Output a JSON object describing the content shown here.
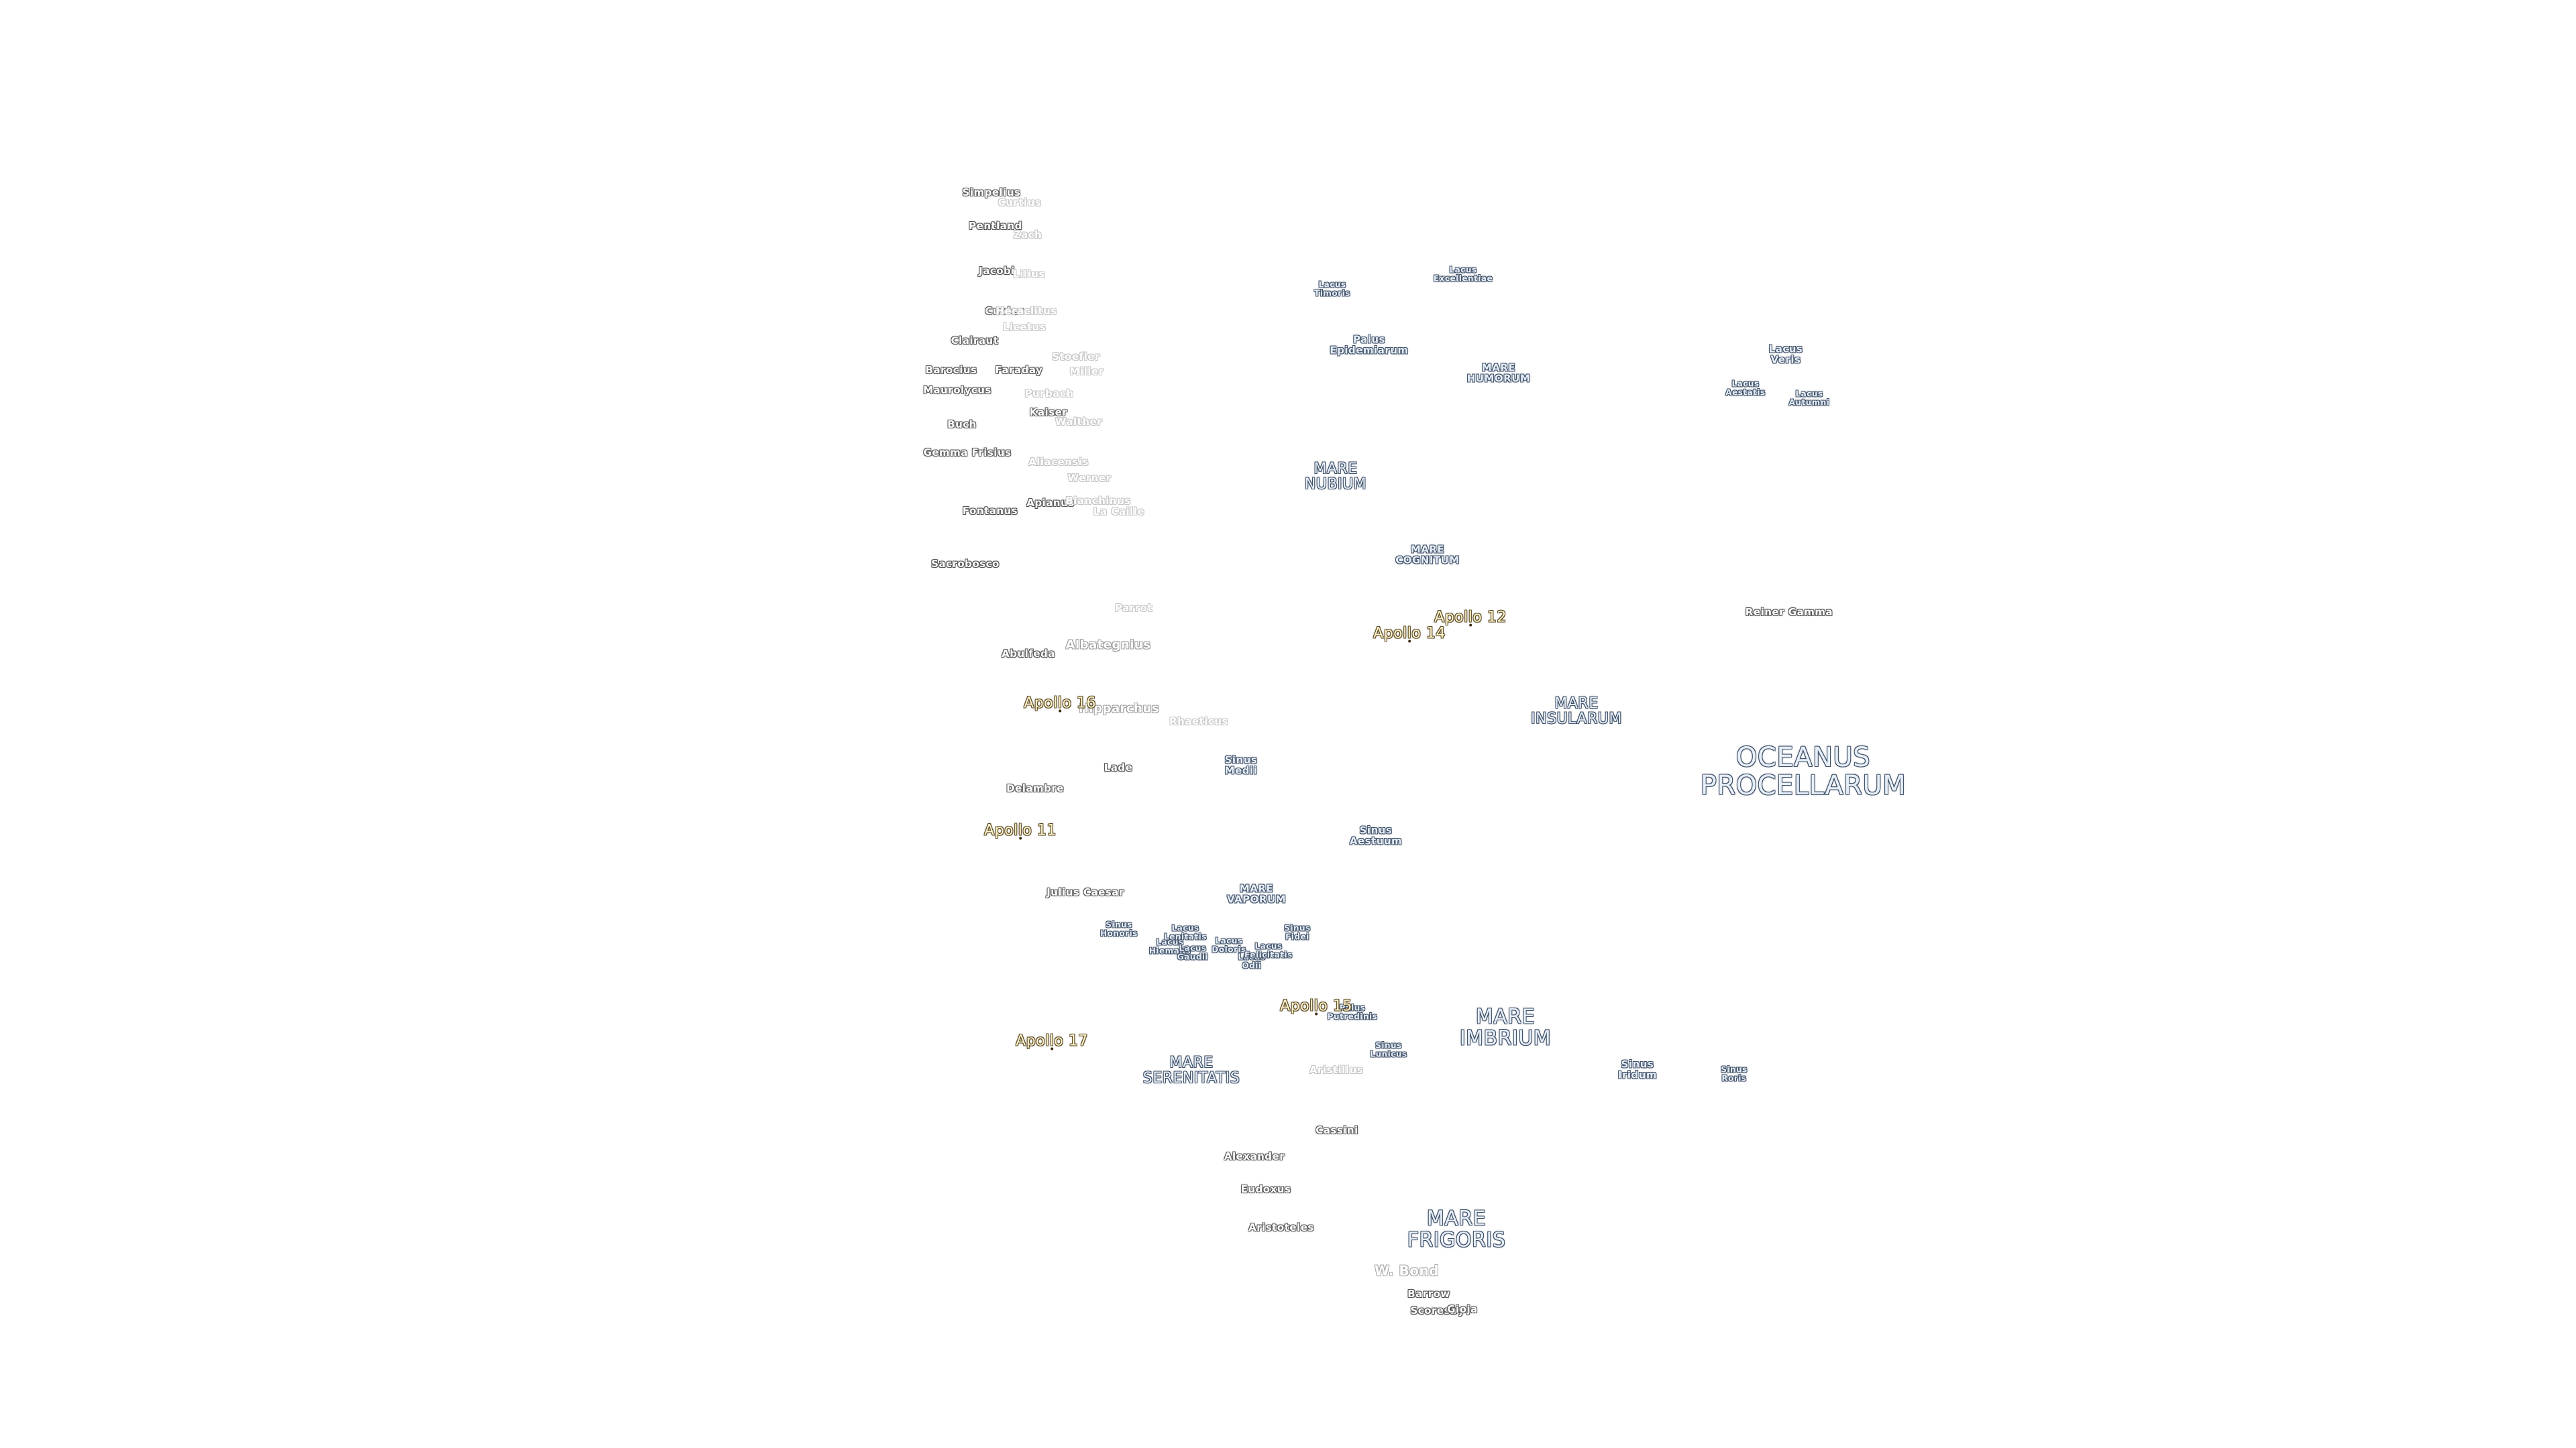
{
  "labels": [
    {
      "id": "simpelius",
      "text": "Simpelius",
      "kind": "crater"
    },
    {
      "id": "curtius",
      "text": "Curtius",
      "kind": "crater-faint"
    },
    {
      "id": "pentland",
      "text": "Pentland",
      "kind": "crater"
    },
    {
      "id": "zach",
      "text": "Zach",
      "kind": "crater-faint"
    },
    {
      "id": "jacobi",
      "text": "Jacobi",
      "kind": "crater"
    },
    {
      "id": "lilius",
      "text": "Lilius",
      "kind": "crater-faint"
    },
    {
      "id": "cuvier",
      "text": "Cuvier",
      "kind": "crater"
    },
    {
      "id": "heraclitus",
      "text": "Heraclitus",
      "kind": "crater-faint"
    },
    {
      "id": "licetus",
      "text": "Licetus",
      "kind": "crater-faint"
    },
    {
      "id": "clairaut",
      "text": "Clairaut",
      "kind": "crater"
    },
    {
      "id": "stoefler",
      "text": "Stoefler",
      "kind": "crater-faint"
    },
    {
      "id": "barocius",
      "text": "Barocius",
      "kind": "crater"
    },
    {
      "id": "faraday",
      "text": "Faraday",
      "kind": "crater"
    },
    {
      "id": "maurolycus",
      "text": "Maurolycus",
      "kind": "crater"
    },
    {
      "id": "miller",
      "text": "Miller",
      "kind": "crater-faint"
    },
    {
      "id": "buch",
      "text": "Buch",
      "kind": "crater"
    },
    {
      "id": "gemma-frisius",
      "text": "Gemma Frisius",
      "kind": "crater"
    },
    {
      "id": "parrot",
      "text": "Parrot",
      "kind": "crater-faint"
    },
    {
      "id": "albategnius",
      "text": "Albategnius",
      "kind": "crater-mid"
    },
    {
      "id": "abulfeda",
      "text": "Abulfeda",
      "kind": "crater"
    },
    {
      "id": "hipparchus",
      "text": "Hipparchus",
      "kind": "crater-mid"
    },
    {
      "id": "rhaeticus",
      "text": "Rhaeticus",
      "kind": "crater-faint"
    },
    {
      "id": "lade",
      "text": "Lade",
      "kind": "crater"
    },
    {
      "id": "delambre",
      "text": "Delambre",
      "kind": "crater"
    },
    {
      "id": "julius-caesar",
      "text": "Julius Caesar",
      "kind": "crater"
    },
    {
      "id": "aliacensis",
      "text": "Aliacensis",
      "kind": "crater-faint"
    },
    {
      "id": "werner",
      "text": "Werner",
      "kind": "crater-faint"
    },
    {
      "id": "apianus",
      "text": "Apianus",
      "kind": "crater"
    },
    {
      "id": "blanchinus",
      "text": "Blanchinus",
      "kind": "crater-faint"
    },
    {
      "id": "la-caille",
      "text": "La Caille",
      "kind": "crater-faint"
    },
    {
      "id": "fontanus",
      "text": "Fontanus",
      "kind": "crater"
    },
    {
      "id": "sacrobosco",
      "text": "Sacrobosco",
      "kind": "crater"
    },
    {
      "id": "kaiser",
      "text": "Kaiser",
      "kind": "crater"
    },
    {
      "id": "walther",
      "text": "Walther",
      "kind": "crater-faint"
    },
    {
      "id": "purbach",
      "text": "Purbach",
      "kind": "crater-faint"
    },
    {
      "id": "aristillus",
      "text": "Aristillus",
      "kind": "crater-faint"
    },
    {
      "id": "cassini",
      "text": "Cassini",
      "kind": "crater"
    },
    {
      "id": "alexander",
      "text": "Alexander",
      "kind": "crater"
    },
    {
      "id": "eudoxus",
      "text": "Eudoxus",
      "kind": "crater"
    },
    {
      "id": "aristoteles",
      "text": "Aristoteles",
      "kind": "crater"
    },
    {
      "id": "w-bond",
      "text": "W. Bond",
      "kind": "crater-bigfaint"
    },
    {
      "id": "barrow",
      "text": "Barrow",
      "kind": "crater"
    },
    {
      "id": "scoresby",
      "text": "Scoresby",
      "kind": "crater"
    },
    {
      "id": "gioja",
      "text": "Gioja",
      "kind": "crater"
    },
    {
      "id": "reiner-gamma",
      "text": "Reiner Gamma",
      "kind": "crater"
    },
    {
      "id": "lacus-timoris",
      "text": "Lacus\nTimoris",
      "kind": "mare-tiny"
    },
    {
      "id": "lacus-excellentiae",
      "text": "Lacus\nExcellentiae",
      "kind": "mare-tiny"
    },
    {
      "id": "palus-epidemiarum",
      "text": "Palus\nEpidemiarum",
      "kind": "mare-small"
    },
    {
      "id": "mare-humorum",
      "text": "MARE\nHUMORUM",
      "kind": "mare-small"
    },
    {
      "id": "lacus-veris",
      "text": "Lacus\nVeris",
      "kind": "mare-small"
    },
    {
      "id": "lacus-aestatis",
      "text": "Lacus\nAestatis",
      "kind": "mare-tiny"
    },
    {
      "id": "lacus-autumni",
      "text": "Lacus\nAutumni",
      "kind": "mare-tiny"
    },
    {
      "id": "mare-nubium",
      "text": "MARE\nNUBIUM",
      "kind": "mare"
    },
    {
      "id": "mare-cognitum",
      "text": "MARE\nCOGNITUM",
      "kind": "mare-small"
    },
    {
      "id": "mare-insularum",
      "text": "MARE\nINSULARUM",
      "kind": "mare"
    },
    {
      "id": "oceanus-procellarum",
      "text": "OCEANUS\nPROCELLARUM",
      "kind": "mare-huge"
    },
    {
      "id": "sinus-medii",
      "text": "Sinus\nMedii",
      "kind": "mare-small"
    },
    {
      "id": "sinus-aestuum",
      "text": "Sinus\nAestuum",
      "kind": "mare-small"
    },
    {
      "id": "mare-vaporum",
      "text": "MARE\nVAPORUM",
      "kind": "mare-small"
    },
    {
      "id": "sinus-honoris",
      "text": "Sinus\nHonoris",
      "kind": "mare-tiny"
    },
    {
      "id": "lacus-hiemalis",
      "text": "Lacus\nHiemalis",
      "kind": "mare-tiny"
    },
    {
      "id": "lacus-lenitatis",
      "text": "Lacus\nLenitatis",
      "kind": "mare-tiny"
    },
    {
      "id": "lacus-gaudii",
      "text": "Lacus\nGaudii",
      "kind": "mare-tiny"
    },
    {
      "id": "lacus-doloris",
      "text": "Lacus\nDoloris",
      "kind": "mare-tiny"
    },
    {
      "id": "lacus-odii",
      "text": "Lacus\nOdii",
      "kind": "mare-tiny"
    },
    {
      "id": "lacus-felicitatis",
      "text": "Lacus\nFelicitatis",
      "kind": "mare-tiny"
    },
    {
      "id": "sinus-fidei",
      "text": "Sinus\nFidei",
      "kind": "mare-tiny"
    },
    {
      "id": "palus-putredinis",
      "text": "Palus\nPutredinis",
      "kind": "mare-tiny"
    },
    {
      "id": "sinus-lunicus",
      "text": "Sinus\nLunicus",
      "kind": "mare-tiny"
    },
    {
      "id": "mare-imbrium",
      "text": "MARE\nIMBRIUM",
      "kind": "mare-large"
    },
    {
      "id": "sinus-iridum",
      "text": "Sinus\nIridum",
      "kind": "mare-small"
    },
    {
      "id": "sinus-roris",
      "text": "Sinus\nRoris",
      "kind": "mare-tiny"
    },
    {
      "id": "mare-serenitatis",
      "text": "MARE\nSERENITATIS",
      "kind": "mare"
    },
    {
      "id": "mare-frigoris",
      "text": "MARE\nFRIGORIS",
      "kind": "mare-large"
    },
    {
      "id": "apollo-12",
      "text": "Apollo 12",
      "kind": "apollo"
    },
    {
      "id": "apollo-14",
      "text": "Apollo 14",
      "kind": "apollo"
    },
    {
      "id": "apollo-16",
      "text": "Apollo 16",
      "kind": "apollo"
    },
    {
      "id": "apollo-11",
      "text": "Apollo 11",
      "kind": "apollo"
    },
    {
      "id": "apollo-15",
      "text": "Apollo 15",
      "kind": "apollo"
    },
    {
      "id": "apollo-17",
      "text": "Apollo 17",
      "kind": "apollo"
    }
  ]
}
